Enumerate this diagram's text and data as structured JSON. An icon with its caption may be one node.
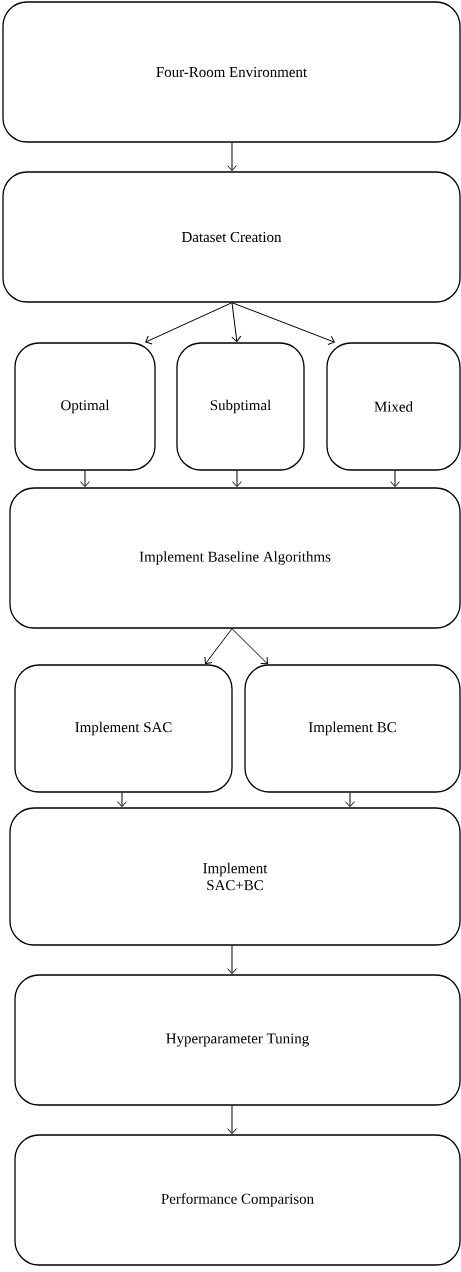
{
  "diagram": {
    "nodes": [
      {
        "text": [
          "Four-Room Environment"
        ]
      },
      {
        "text": [
          "Dataset Creation"
        ]
      },
      {
        "text": [
          "Optimal"
        ]
      },
      {
        "text": [
          "Subptimal"
        ]
      },
      {
        "text": [
          "Mixed"
        ]
      },
      {
        "text": [
          "Implement Baseline Algorithms"
        ]
      },
      {
        "text": [
          "Implement SAC"
        ]
      },
      {
        "text": [
          "Implement BC"
        ]
      },
      {
        "text": [
          "Implement SAC+BC"
        ]
      },
      {
        "text": [
          "Hyperparameter Tuning"
        ]
      },
      {
        "text": [
          "Performance Comparison"
        ]
      }
    ],
    "edges": [
      {
        "from": 0,
        "to": 1,
        "arrow": "to"
      },
      {
        "from": 1,
        "to": 2,
        "arrow": "to"
      },
      {
        "from": 1,
        "to": 3,
        "arrow": "to"
      },
      {
        "from": 1,
        "to": 4,
        "arrow": "to"
      },
      {
        "from": 2,
        "to": 5,
        "arrow": "to"
      },
      {
        "from": 3,
        "to": 5,
        "arrow": "to"
      },
      {
        "from": 4,
        "to": 5,
        "arrow": "to"
      },
      {
        "from": 5,
        "to": 6,
        "arrow": "to"
      },
      {
        "from": 5,
        "to": 7,
        "arrow": "to"
      },
      {
        "from": 6,
        "to": 8,
        "arrow": "to"
      },
      {
        "from": 7,
        "to": 8,
        "arrow": "to"
      },
      {
        "from": 8,
        "to": 9,
        "arrow": "to"
      },
      {
        "from": 9,
        "to": 10,
        "arrow": "to"
      }
    ]
  }
}
